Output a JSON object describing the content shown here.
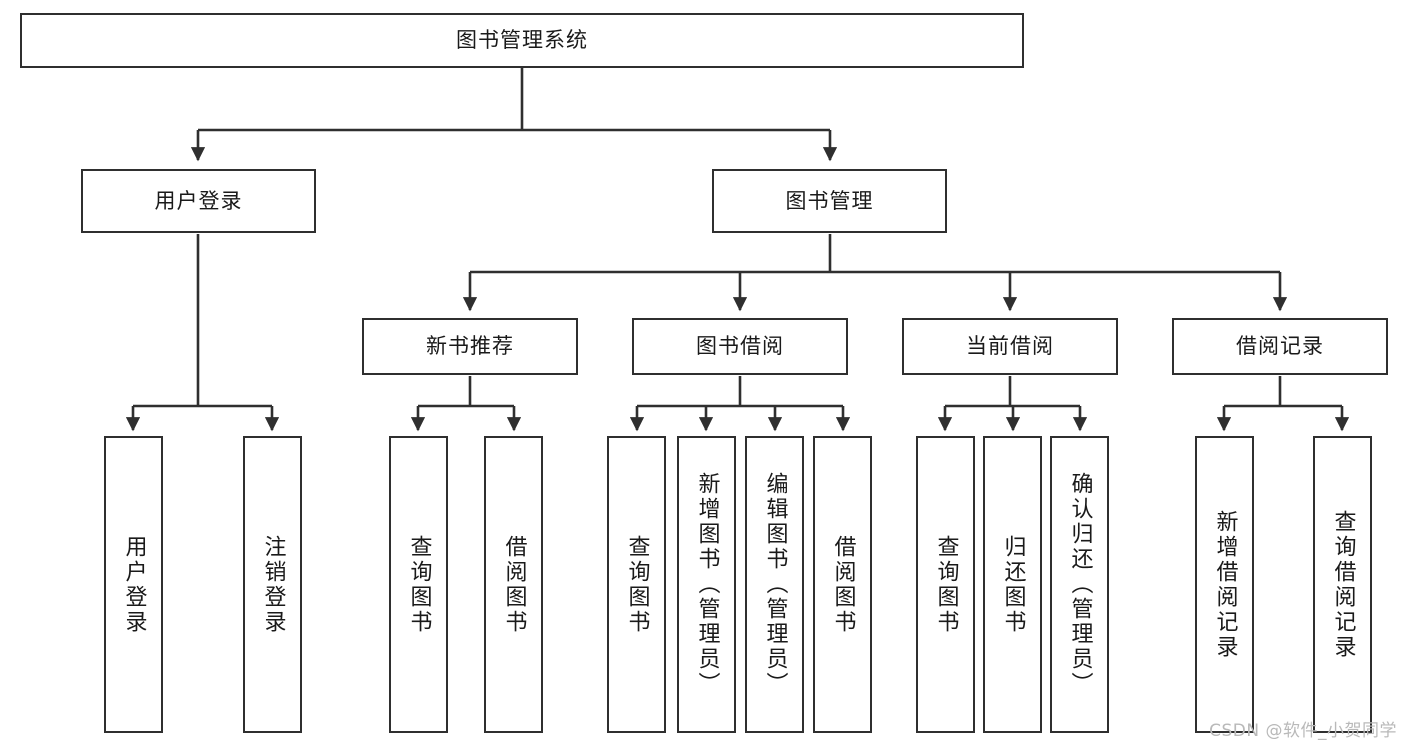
{
  "diagram": {
    "title": "图书管理系统",
    "type": "tree-hierarchy",
    "orientation": "top-down",
    "style": {
      "box_border_color": "#2f2f2f",
      "box_fill_color": "#ffffff",
      "edge_color": "#2f2f2f",
      "text_color": "#1a1a1a",
      "background_color": "#ffffff"
    },
    "root": {
      "label": "图书管理系统"
    },
    "level2": [
      {
        "id": "user-login",
        "label": "用户登录"
      },
      {
        "id": "book-management",
        "label": "图书管理"
      }
    ],
    "level3": [
      {
        "id": "new-book-recommend",
        "label": "新书推荐",
        "parent": "book-management"
      },
      {
        "id": "book-borrow",
        "label": "图书借阅",
        "parent": "book-management"
      },
      {
        "id": "current-borrow",
        "label": "当前借阅",
        "parent": "book-management"
      },
      {
        "id": "borrow-record",
        "label": "借阅记录",
        "parent": "book-management"
      }
    ],
    "leaves": [
      {
        "id": "leaf-user-login",
        "label": "用户登录",
        "parent": "user-login"
      },
      {
        "id": "leaf-logout",
        "label": "注销登录",
        "parent": "user-login"
      },
      {
        "id": "leaf-query-book-1",
        "label": "查询图书",
        "parent": "new-book-recommend"
      },
      {
        "id": "leaf-borrow-book-1",
        "label": "借阅图书",
        "parent": "new-book-recommend"
      },
      {
        "id": "leaf-query-book-2",
        "label": "查询图书",
        "parent": "book-borrow"
      },
      {
        "id": "leaf-add-book",
        "label": "新增图书（管理员）",
        "parent": "book-borrow"
      },
      {
        "id": "leaf-edit-book",
        "label": "编辑图书（管理员）",
        "parent": "book-borrow"
      },
      {
        "id": "leaf-borrow-book-2",
        "label": "借阅图书",
        "parent": "book-borrow"
      },
      {
        "id": "leaf-query-book-3",
        "label": "查询图书",
        "parent": "current-borrow"
      },
      {
        "id": "leaf-return-book",
        "label": "归还图书",
        "parent": "current-borrow"
      },
      {
        "id": "leaf-confirm-return",
        "label": "确认归还（管理员）",
        "parent": "current-borrow"
      },
      {
        "id": "leaf-add-record",
        "label": "新增借阅记录",
        "parent": "borrow-record"
      },
      {
        "id": "leaf-query-record",
        "label": "查询借阅记录",
        "parent": "borrow-record"
      }
    ]
  },
  "watermark": {
    "text": "CSDN @软件_小贺同学"
  }
}
